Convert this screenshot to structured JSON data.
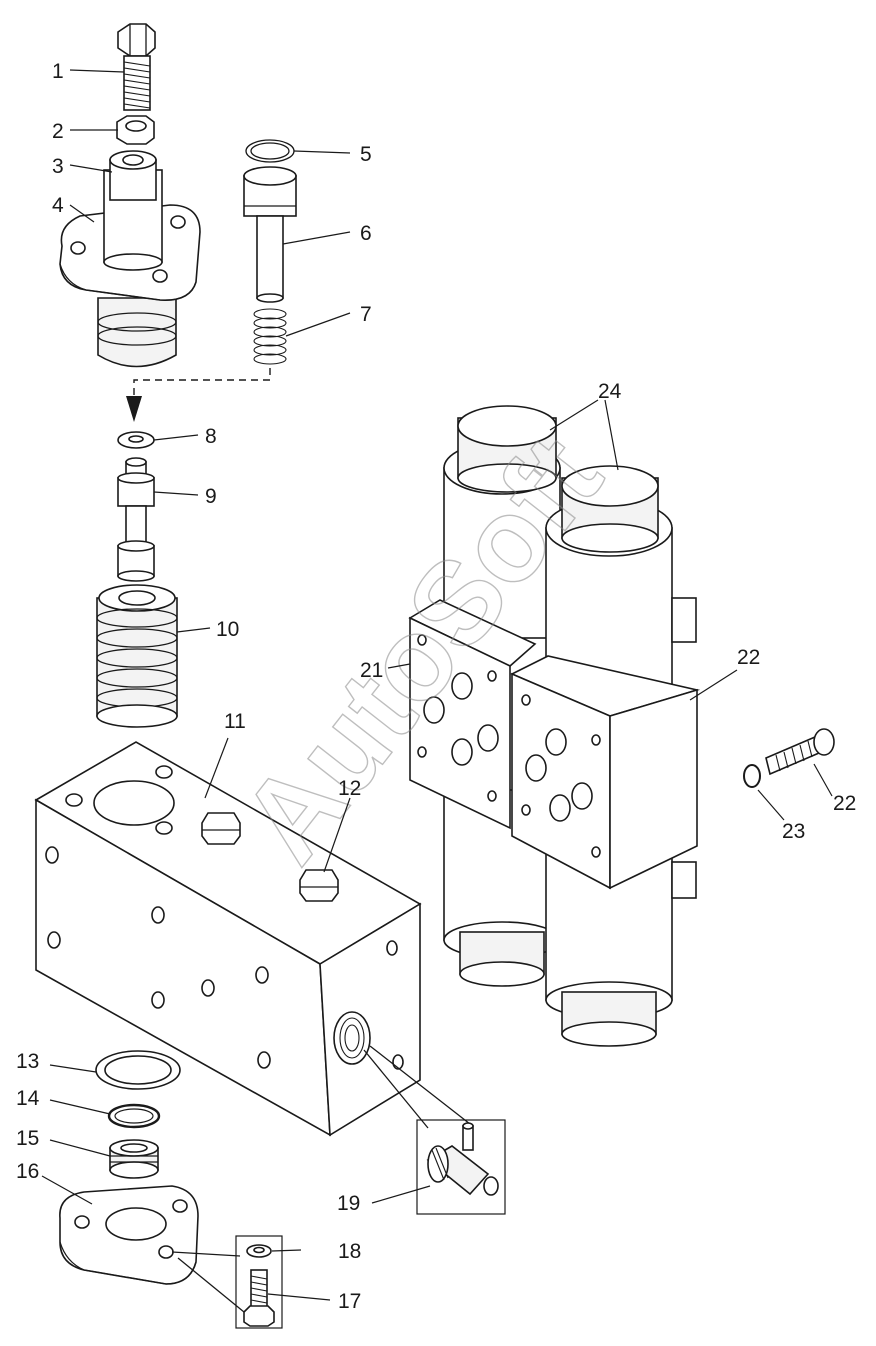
{
  "watermark": "AutoSoft",
  "callouts": [
    {
      "id": "1",
      "label": "1"
    },
    {
      "id": "2",
      "label": "2"
    },
    {
      "id": "3",
      "label": "3"
    },
    {
      "id": "4",
      "label": "4"
    },
    {
      "id": "5",
      "label": "5"
    },
    {
      "id": "6",
      "label": "6"
    },
    {
      "id": "7",
      "label": "7"
    },
    {
      "id": "8",
      "label": "8"
    },
    {
      "id": "9",
      "label": "9"
    },
    {
      "id": "10",
      "label": "10"
    },
    {
      "id": "11",
      "label": "11"
    },
    {
      "id": "12",
      "label": "12"
    },
    {
      "id": "13",
      "label": "13"
    },
    {
      "id": "14",
      "label": "14"
    },
    {
      "id": "15",
      "label": "15"
    },
    {
      "id": "16",
      "label": "16"
    },
    {
      "id": "17",
      "label": "17"
    },
    {
      "id": "18",
      "label": "18"
    },
    {
      "id": "19",
      "label": "19"
    },
    {
      "id": "21",
      "label": "21"
    },
    {
      "id": "22a",
      "label": "22"
    },
    {
      "id": "22b",
      "label": "22"
    },
    {
      "id": "23",
      "label": "23"
    },
    {
      "id": "24",
      "label": "24"
    }
  ]
}
